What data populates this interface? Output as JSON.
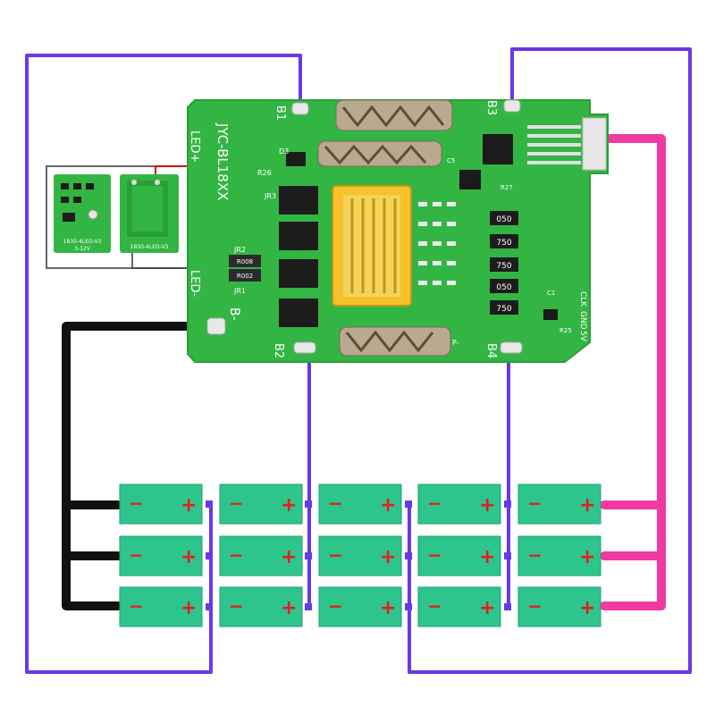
{
  "board": {
    "model": "JYC-BL18XX",
    "pads": {
      "b1": "B1",
      "b2": "B2",
      "b3": "B3",
      "b4": "B4",
      "b_minus": "B-"
    },
    "led_plus": "LED+",
    "led_minus": "LED-",
    "clk": "CLK",
    "gnd": "GND",
    "v5": "5V",
    "parts": {
      "d3": "D3",
      "r26": "R26",
      "jr2": "JR2",
      "jr1": "JR1",
      "jr3": "JR3",
      "p_minus": "P-",
      "c1": "C1",
      "c5": "C5",
      "r25": "R25",
      "r27": "R27"
    },
    "shunts": [
      "050",
      "750",
      "750",
      "050",
      "750"
    ],
    "resistor_codes": [
      "R008",
      "R002"
    ]
  },
  "led_module": {
    "left_label": "1830-4LED-V3",
    "left_sub": "3-12V",
    "right_label": "1830-4LED-V3"
  },
  "cells": {
    "plus": "+",
    "minus": "−"
  },
  "colors": {
    "pcb": "#33b544",
    "pcb_edge": "#2a9e39",
    "wire_balance": "#6a38e8",
    "wire_positive": "#ee3aa2",
    "wire_negative": "#111111",
    "cell": "#2ec58c",
    "connector": "#f6c12a"
  }
}
